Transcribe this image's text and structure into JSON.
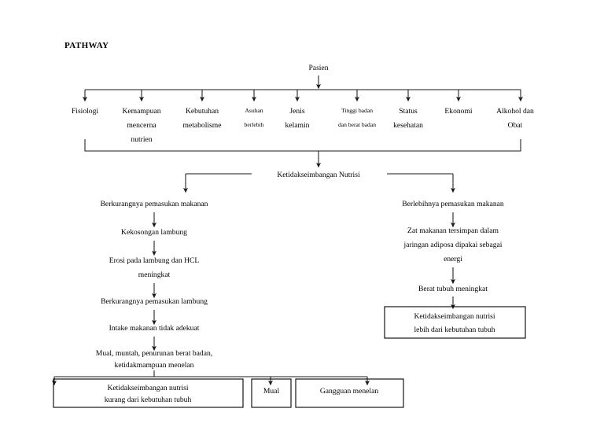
{
  "document": {
    "title": "PATHWAY"
  },
  "diagram": {
    "type": "flowchart",
    "root": {
      "label": "Pasien"
    },
    "factors": [
      {
        "label_line1": "Fisiologi",
        "label_line2": "",
        "label_line3": "",
        "size": "normal"
      },
      {
        "label_line1": "Kemampuan",
        "label_line2": "mencerna",
        "label_line3": "nutrien",
        "size": "normal"
      },
      {
        "label_line1": "Kebutuhan",
        "label_line2": "metabolisme",
        "label_line3": "",
        "size": "normal"
      },
      {
        "label_line1": "Asuhan",
        "label_line2": "berlebih",
        "label_line3": "",
        "size": "small"
      },
      {
        "label_line1": "Jenis",
        "label_line2": "kelamin",
        "label_line3": "",
        "size": "normal"
      },
      {
        "label_line1": "Tinggi badan",
        "label_line2": "dan berat badan",
        "label_line3": "",
        "size": "small"
      },
      {
        "label_line1": "Status",
        "label_line2": "kesehatan",
        "label_line3": "",
        "size": "normal"
      },
      {
        "label_line1": "Ekonomi",
        "label_line2": "",
        "label_line3": "",
        "size": "normal"
      },
      {
        "label_line1": "Alkohol dan",
        "label_line2": "Obat",
        "label_line3": "",
        "size": "normal"
      }
    ],
    "central": {
      "label": "Ketidakseimbangan Nutrisi"
    },
    "left_branch": [
      {
        "line1": "Berkurangnya pemasukan makanan",
        "line2": ""
      },
      {
        "line1": "Kekosongan lambung",
        "line2": ""
      },
      {
        "line1": "Erosi pada lambung dan HCL",
        "line2": "meningkat"
      },
      {
        "line1": "Berkurangnya pemasukan lambung",
        "line2": ""
      },
      {
        "line1": "Intake makanan tidak adekuat",
        "line2": ""
      },
      {
        "line1": "Mual, muntah, penurunan berat badan,",
        "line2": "ketidakmampuan menelan"
      }
    ],
    "right_branch": [
      {
        "line1": "Berlebihnya pemasukan makanan",
        "line2": "",
        "line3": ""
      },
      {
        "line1": "Zat makanan tersimpan dalam",
        "line2": "jaringan adiposa dipakai sebagai",
        "line3": "energi"
      },
      {
        "line1": "Berat tubuh meningkat",
        "line2": "",
        "line3": ""
      }
    ],
    "outcome_boxes": [
      {
        "line1": "Ketidakseimbangan nutrisi",
        "line2": "lebih dari kebutuhan tubuh",
        "position": "right"
      },
      {
        "line1": "Ketidakseimbangan nutrisi",
        "line2": "kurang dari kebutuhan tubuh",
        "position": "bottom-left"
      },
      {
        "line1": "Mual",
        "line2": "",
        "position": "bottom-center"
      },
      {
        "line1": "Gangguan menelan",
        "line2": "",
        "position": "bottom-right"
      }
    ]
  },
  "colors": {
    "line": "#1a1a1a",
    "text": "#000000",
    "background": "#ffffff"
  }
}
